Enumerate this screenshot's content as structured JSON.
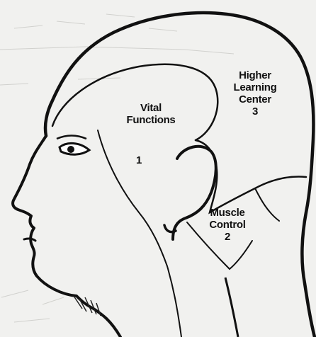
{
  "regions": [
    {
      "id": "vital",
      "name": "Vital Functions",
      "line1": "Vital",
      "line2": "Functions",
      "number": "1"
    },
    {
      "id": "muscle",
      "name": "Muscle Control",
      "line1": "Muscle",
      "line2": "Control",
      "number": "2"
    },
    {
      "id": "higher",
      "name": "Higher Learning Center",
      "line1": "Higher",
      "line2": "Learning",
      "line3": "Center",
      "number": "3"
    }
  ],
  "colors": {
    "ink": "#111111",
    "paper": "#f1f1ef"
  }
}
